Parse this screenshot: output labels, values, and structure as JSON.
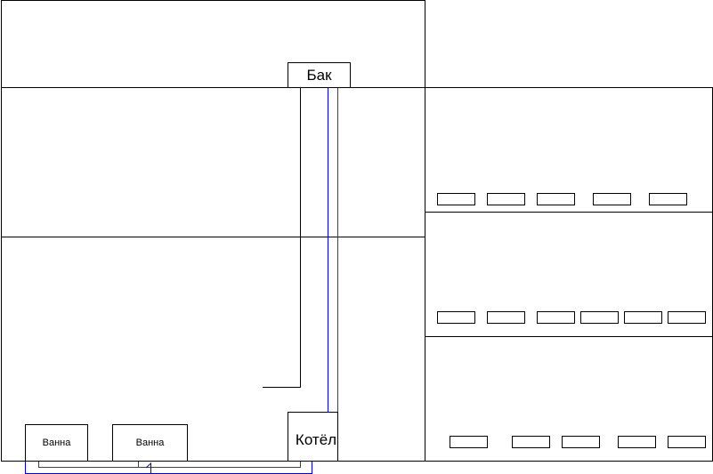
{
  "labels": {
    "tank": "Бак",
    "boiler": "Котёл",
    "bath_1": "Ванна",
    "bath_2": "Ванна"
  },
  "colors": {
    "outline": "#000000",
    "supply_pipe": "#e00000",
    "return_pipe": "#0000e0",
    "background": "#ffffff"
  },
  "radiator_counts": {
    "right_upper_room": 5,
    "right_middle_room": 6,
    "right_lower_room": 5
  }
}
